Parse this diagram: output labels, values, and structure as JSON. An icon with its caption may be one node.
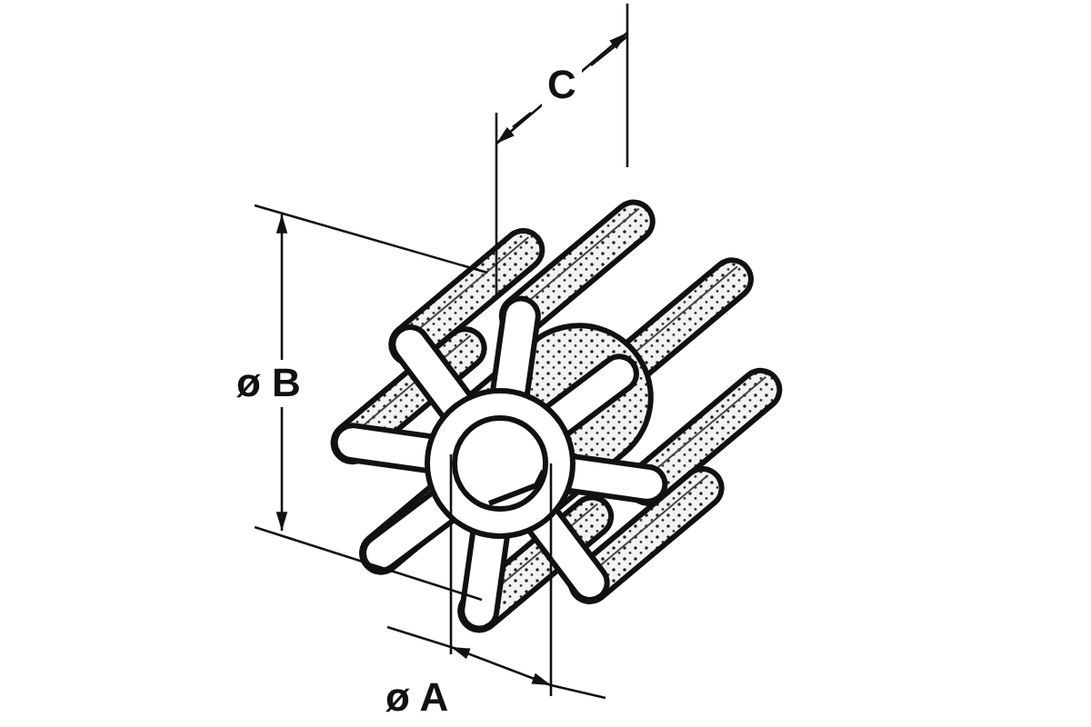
{
  "diagram": {
    "labels": [
      "C",
      "ø B",
      "ø A"
    ]
  }
}
